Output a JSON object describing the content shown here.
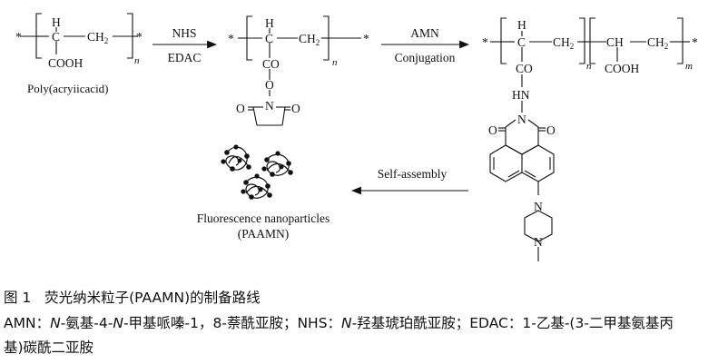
{
  "scheme": {
    "reagents_step1": {
      "top": "NHS",
      "bottom": "EDAC"
    },
    "reagents_step2": {
      "top": "AMN",
      "bottom": "Conjugation"
    },
    "step3_label": "Self-assembly",
    "paa_label": "Poly(acryiicacid)",
    "product_label": "Fluorescence nanoparticles",
    "product_abbr": "(PAAMN)",
    "atoms": {
      "H": "H",
      "C": "C",
      "CH2": "CH",
      "sub2": "2",
      "COOH": "COOH",
      "CO": "CO",
      "O": "O",
      "N": "N",
      "HN": "HN",
      "CH": "CH",
      "n": "n",
      "m": "m",
      "star": "*"
    }
  },
  "caption": {
    "fig_no": "图 1",
    "title": "荧光纳米粒子(PAAMN)的制备路线",
    "line2_pre": "AMN：",
    "line2_i1": "N-",
    "line2_a": "氨基-4-",
    "line2_i2": "N-",
    "line2_b": "甲基哌嗪-1，8-萘酰亚胺；NHS：",
    "line2_i3": "N-",
    "line2_c": "羟基琥珀酰亚胺；EDAC：1-乙基-(3-二甲基氨基丙",
    "line3": "基)碳酰二亚胺"
  }
}
